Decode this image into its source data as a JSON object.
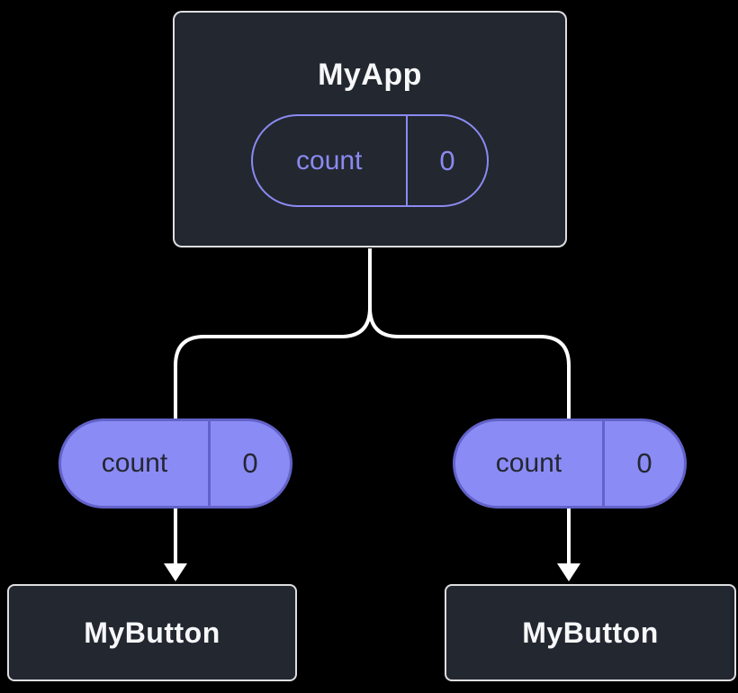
{
  "colors": {
    "background": "#000000",
    "node_fill": "#23272f",
    "node_border": "#ffffff",
    "accent_purple": "#8a8af1",
    "pill_fill": "#8b8bf6",
    "pill_border": "#6262c9",
    "pill_dark_text": "#23272f",
    "connector": "#ffffff"
  },
  "root_node": {
    "title": "MyApp",
    "state_pill": {
      "key": "count",
      "value": "0"
    }
  },
  "prop_pills": [
    {
      "key": "count",
      "value": "0"
    },
    {
      "key": "count",
      "value": "0"
    }
  ],
  "child_nodes": [
    {
      "title": "MyButton"
    },
    {
      "title": "MyButton"
    }
  ]
}
